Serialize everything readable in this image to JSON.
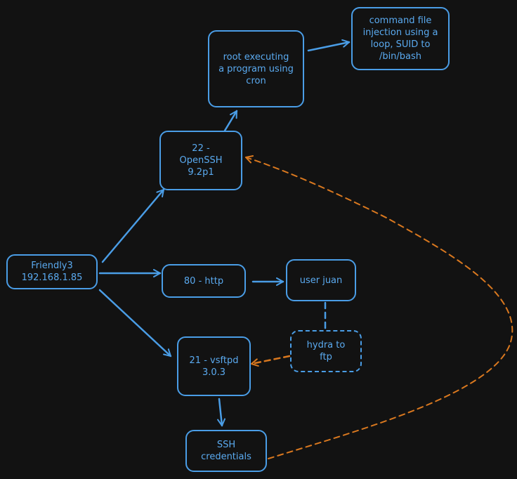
{
  "nodes": {
    "friendly3": "Friendly3\n192.168.1.85",
    "ssh": "22 -\nOpenSSH\n9.2p1",
    "http": "80 - http",
    "ftp": "21 - vsftpd\n3.0.3",
    "cron": "root executing\na program using\ncron",
    "injection": "command file\ninjection using a\nloop, SUID to\n/bin/bash",
    "user_juan": "user juan",
    "hydra": "hydra to\nftp",
    "ssh_creds": "SSH\ncredentials"
  },
  "colors": {
    "background": "#121212",
    "node_border": "#4a9de6",
    "node_text": "#5aaaf0",
    "arrow_blue": "#4a9de6",
    "arrow_orange": "#d9781f"
  }
}
